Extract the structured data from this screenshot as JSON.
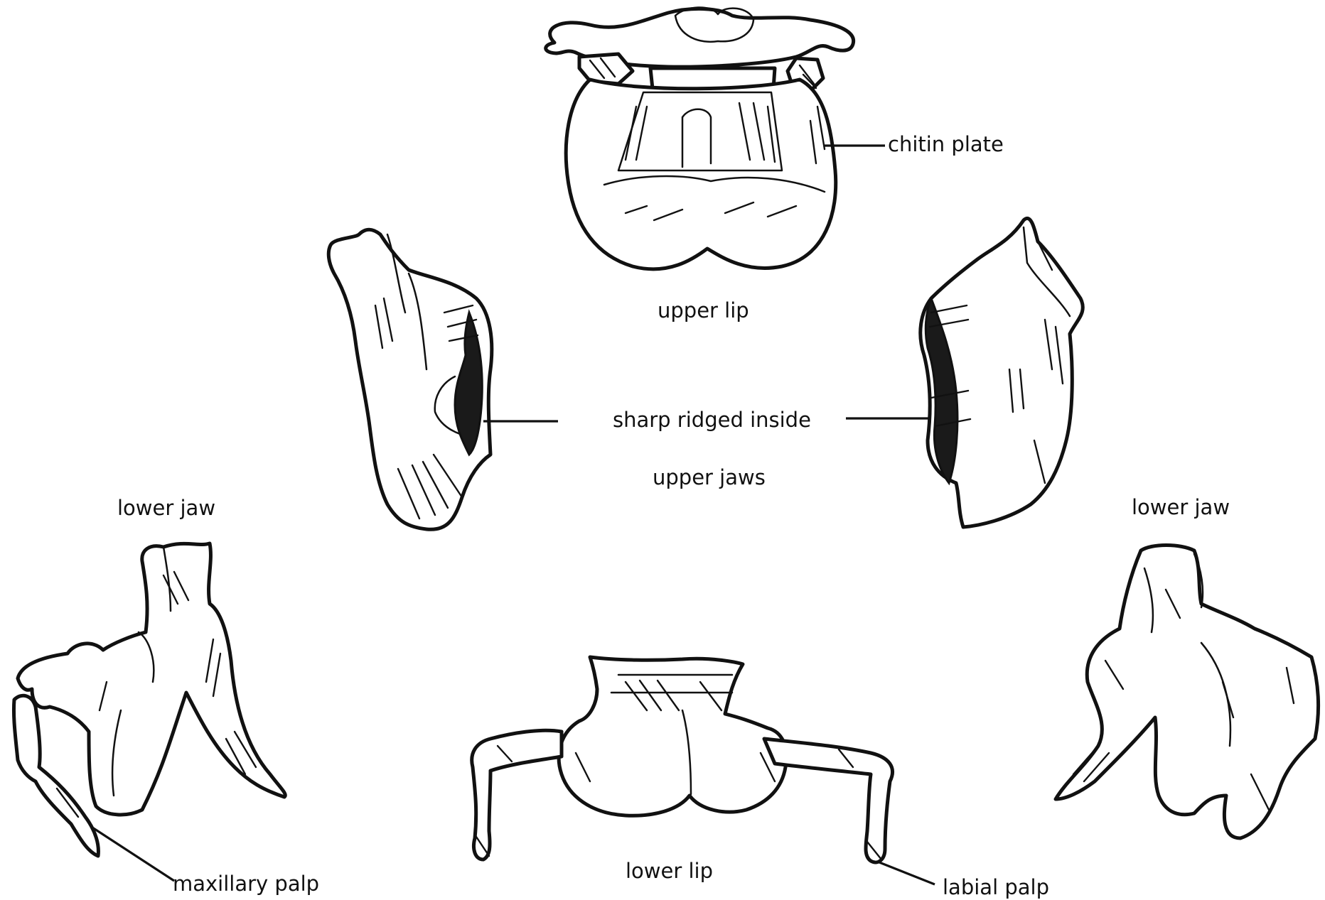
{
  "labels": {
    "chitin_plate": "chitin plate",
    "upper_lip": "upper lip",
    "sharp_ridged_inside": "sharp ridged inside",
    "upper_jaws": "upper jaws",
    "lower_jaw_left": "lower jaw",
    "lower_jaw_right": "lower jaw",
    "lower_lip": "lower lip",
    "maxillary_palp": "maxillary palp",
    "labial_palp": "labial palp"
  },
  "colors": {
    "ink": "#111111",
    "paper": "#ffffff"
  }
}
